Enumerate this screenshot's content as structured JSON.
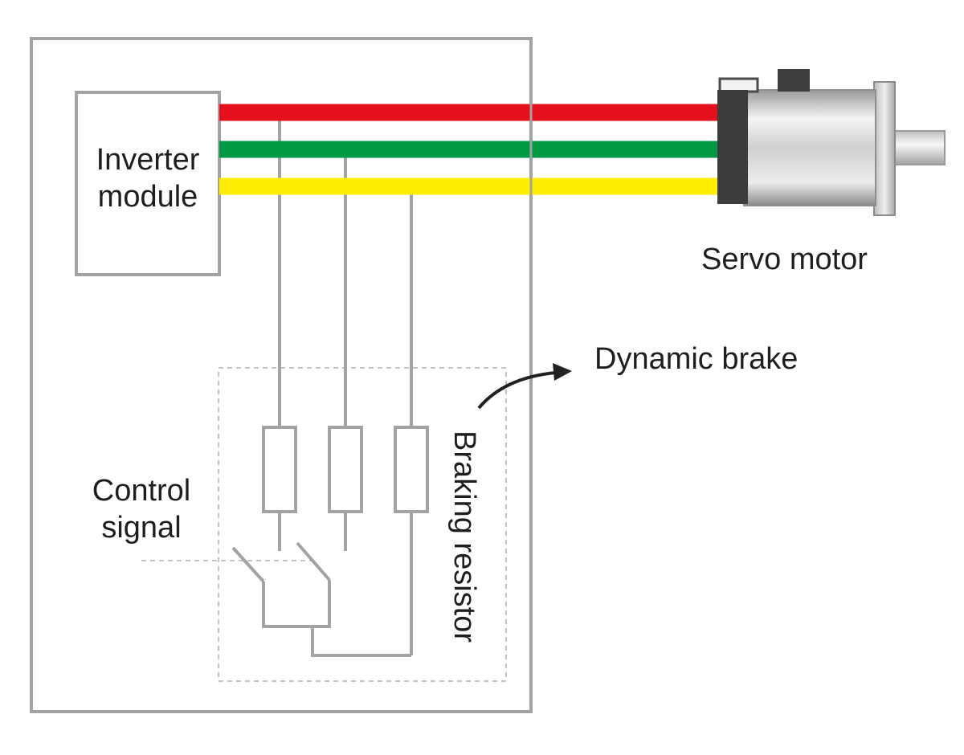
{
  "labels": {
    "inverter_line1": "Inverter",
    "inverter_line2": "module",
    "servo_motor": "Servo motor",
    "dynamic_brake": "Dynamic brake",
    "control_line1": "Control",
    "control_line2": "signal",
    "braking_resistor": "Braking resistor"
  },
  "colors": {
    "wire_red": "#e60f1e",
    "wire_green": "#009a44",
    "wire_yellow": "#ffee00",
    "outline_gray": "#a3a3a3",
    "dashed_gray": "#c4c4c4",
    "motor_body": "#d4d4d4",
    "motor_cap": "#3c3c3c",
    "arrow": "#222222"
  }
}
